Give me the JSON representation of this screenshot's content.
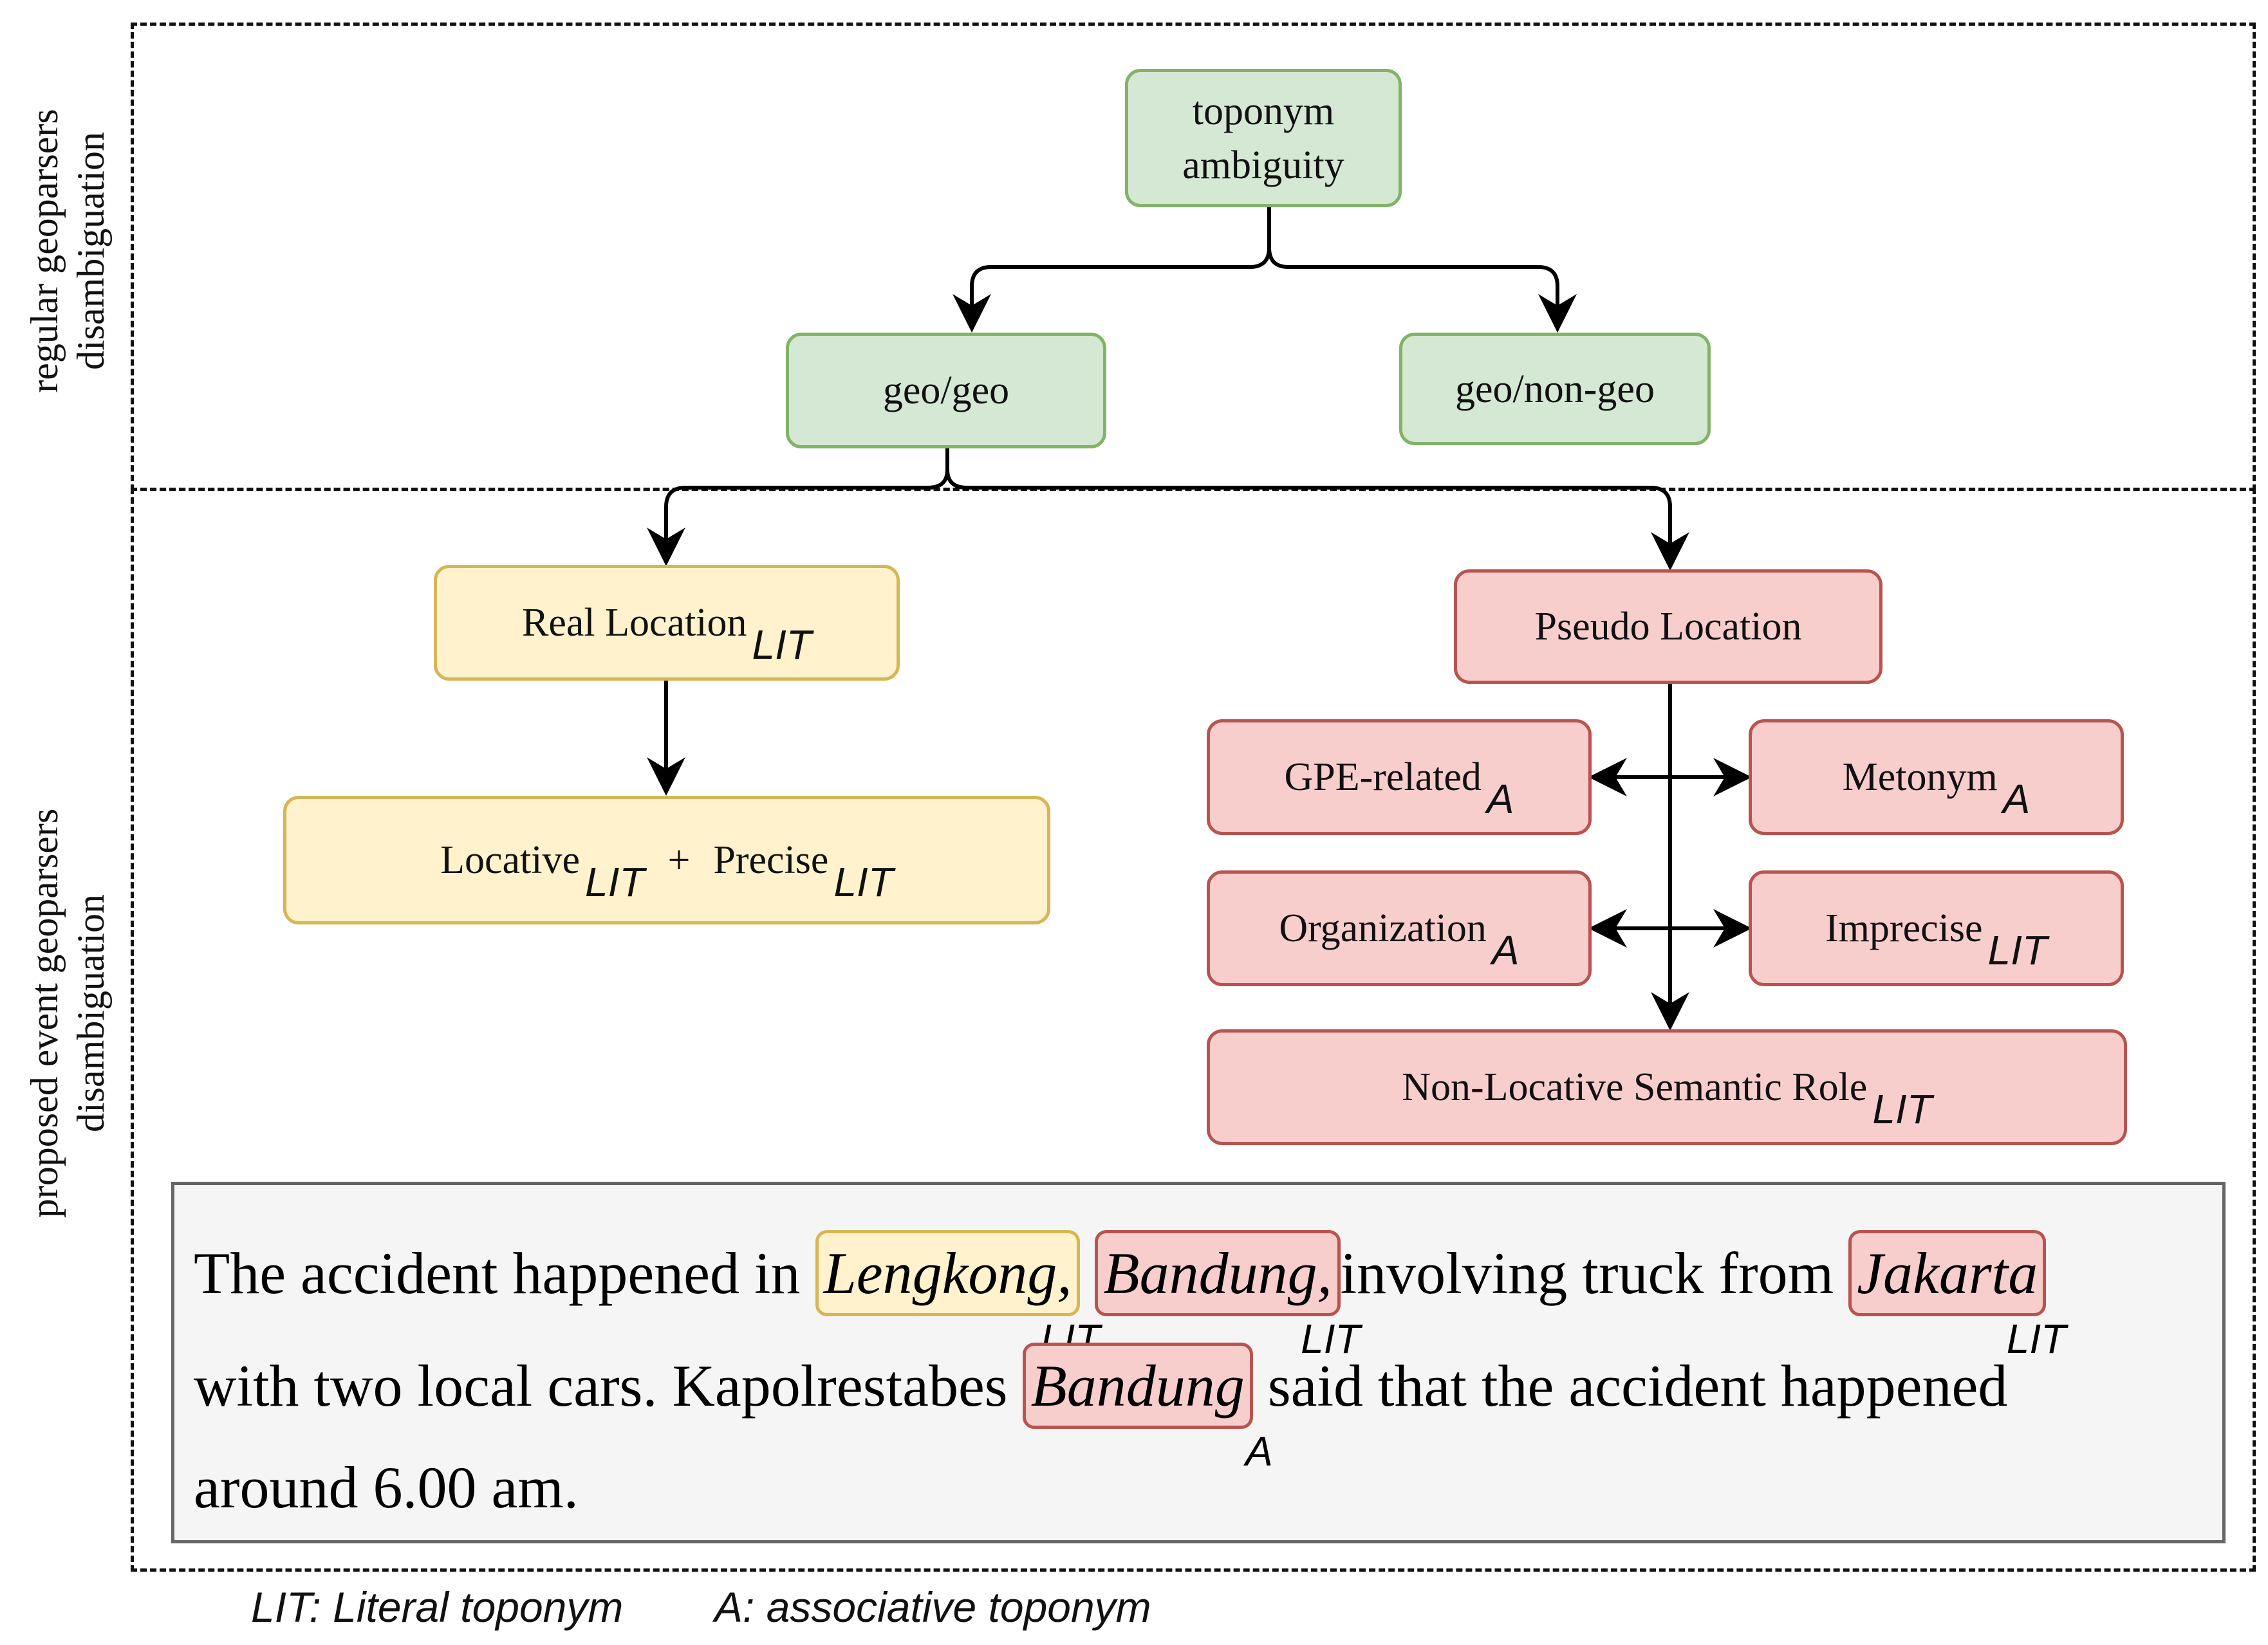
{
  "regions": {
    "regular_label_1": "regular geoparsers",
    "regular_label_2": "disambiguation",
    "proposed_label_1": "proposed event geoparsers",
    "proposed_label_2": "disambiguation"
  },
  "nodes": {
    "toponym_ambiguity_1": "toponym",
    "toponym_ambiguity_2": "ambiguity",
    "geo_geo": "geo/geo",
    "geo_non_geo": "geo/non-geo",
    "real_location": "Real Location",
    "real_location_tag": "LIT",
    "locative": "Locative",
    "locative_tag": "LIT",
    "plus": "+",
    "precise": "Precise",
    "precise_tag": "LIT",
    "pseudo_location": "Pseudo Location",
    "gpe_related": "GPE-related",
    "gpe_related_tag": "A",
    "metonym": "Metonym",
    "metonym_tag": "A",
    "organization": "Organization",
    "organization_tag": "A",
    "imprecise": "Imprecise",
    "imprecise_tag": "LIT",
    "non_locative": "Non-Locative Semantic Role",
    "non_locative_tag": "LIT"
  },
  "sentence": {
    "line1_a": "The accident happened in",
    "lengkong": "Lengkong,",
    "lengkong_tag": "LIT",
    "bandung1": "Bandung,",
    "bandung1_tag": "LIT",
    "line1_b": "involving truck from",
    "jakarta": "Jakarta",
    "jakarta_tag": "LIT",
    "line2_a": "with two local cars. Kapolrestabes",
    "bandung2": "Bandung",
    "bandung2_tag": "A",
    "line2_b": "said that the accident happened",
    "line3": "around 6.00 am."
  },
  "legend": {
    "lit": "LIT: Literal toponym",
    "a": "A: associative toponym"
  },
  "colors": {
    "green_fill": "#d5e8d4",
    "green_border": "#82b366",
    "yellow_fill": "#fff2cc",
    "yellow_border": "#d6b656",
    "red_fill": "#f8cecc",
    "red_border": "#b85450"
  }
}
